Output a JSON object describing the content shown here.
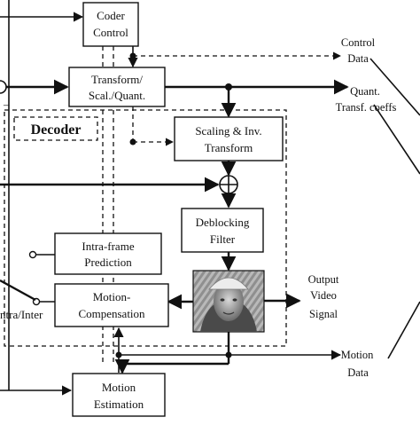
{
  "blocks": {
    "coder_control": [
      "Coder",
      "Control"
    ],
    "transform": [
      "Transform/",
      "Scal./Quant."
    ],
    "decoder": "Decoder",
    "scaling": [
      "Scaling & Inv.",
      "Transform"
    ],
    "deblocking": [
      "Deblocking",
      "Filter"
    ],
    "intra": [
      "Intra-frame",
      "Prediction"
    ],
    "motion_comp": [
      "Motion-",
      "Compensation"
    ],
    "motion_est": [
      "Motion",
      "Estimation"
    ]
  },
  "outputs": {
    "control_data": [
      "Control",
      "Data"
    ],
    "quant_coeffs": [
      "Quant.",
      "Transf. coeffs"
    ],
    "output_video": [
      "Output",
      "Video",
      "Signal"
    ],
    "motion_data": [
      "Motion",
      "Data"
    ]
  },
  "switch_label": "ntra/Inter",
  "minus_sign": "–"
}
